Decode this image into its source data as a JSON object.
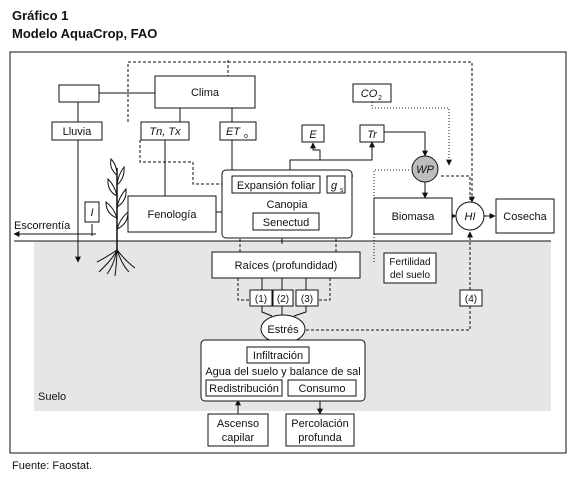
{
  "header": {
    "title": "Gráfico 1",
    "subtitle": "Modelo AquaCrop, FAO"
  },
  "diagram": {
    "clima": "Clima",
    "lluvia": "Lluvia",
    "tn_tx": "Tn, Tx",
    "eto_main": "ET",
    "eto_sub": "o",
    "co2_main": "CO",
    "co2_sub": "2",
    "e": "E",
    "tr": "Tr",
    "wp": "WP",
    "hi": "HI",
    "irrigation": "I",
    "escorrentia": "Escorrentía",
    "fenologia": "Fenología",
    "expansion_foliar": "Expansión foliar",
    "gs_main": "g",
    "gs_sub": "s",
    "canopia": "Canopia",
    "senectud": "Senectud",
    "biomasa": "Biomasa",
    "cosecha": "Cosecha",
    "raices": "Raíces (profundidad)",
    "fertilidad_line1": "Fertilidad",
    "fertilidad_line2": "del suelo",
    "stress_1": "(1)",
    "stress_2": "(2)",
    "stress_3": "(3)",
    "stress_4": "(4)",
    "estres": "Estrés",
    "infiltracion": "Infiltración",
    "agua_suelo": "Agua del suelo y balance de sal",
    "redistribucion": "Redistribución",
    "consumo": "Consumo",
    "suelo": "Suelo",
    "ascenso_line1": "Ascenso",
    "ascenso_line2": "capilar",
    "percolacion_line1": "Percolación",
    "percolacion_line2": "profunda"
  },
  "footer": {
    "source": "Fuente: Faostat."
  }
}
